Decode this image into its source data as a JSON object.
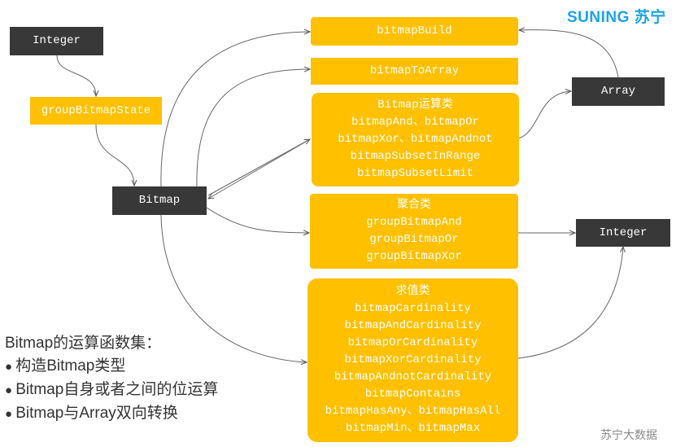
{
  "logo": {
    "brand": "SUNING",
    "brand_cn": "苏宁"
  },
  "nodes": {
    "integer_in": "Integer",
    "group_state": "groupBitmapState",
    "bitmap": "Bitmap",
    "build": "bitmapBuild",
    "to_array": "bitmapToArray",
    "ops": {
      "title": "Bitmap运算类",
      "lines": [
        "bitmapAnd、bitmapOr",
        "bitmapXor、bitmapAndnot",
        "bitmapSubsetInRange",
        "bitmapSubsetLimit"
      ]
    },
    "agg": {
      "title": "聚合类",
      "lines": [
        "groupBitmapAnd",
        "groupBitmapOr",
        "groupBitmapXor"
      ]
    },
    "eval": {
      "title": "求值类",
      "lines": [
        "bitmapCardinality",
        "bitmapAndCardinality",
        "bitmapOrCardinality",
        "bitmapXorCardinality",
        "bitmapAndnotCardinality",
        "bitmapContains",
        "bitmapHasAny、bitmapHasAll",
        "bitmapMin、bitmapMax"
      ]
    },
    "array": "Array",
    "integer_out": "Integer"
  },
  "notes": {
    "title": "Bitmap的运算函数集：",
    "items": [
      "构造Bitmap类型",
      "Bitmap自身或者之间的位运算",
      "Bitmap与Array双向转换"
    ]
  },
  "footer": "苏宁大数据",
  "colors": {
    "gold": "#ffc000",
    "dark": "#383838",
    "brand": "#1aa3e8"
  }
}
